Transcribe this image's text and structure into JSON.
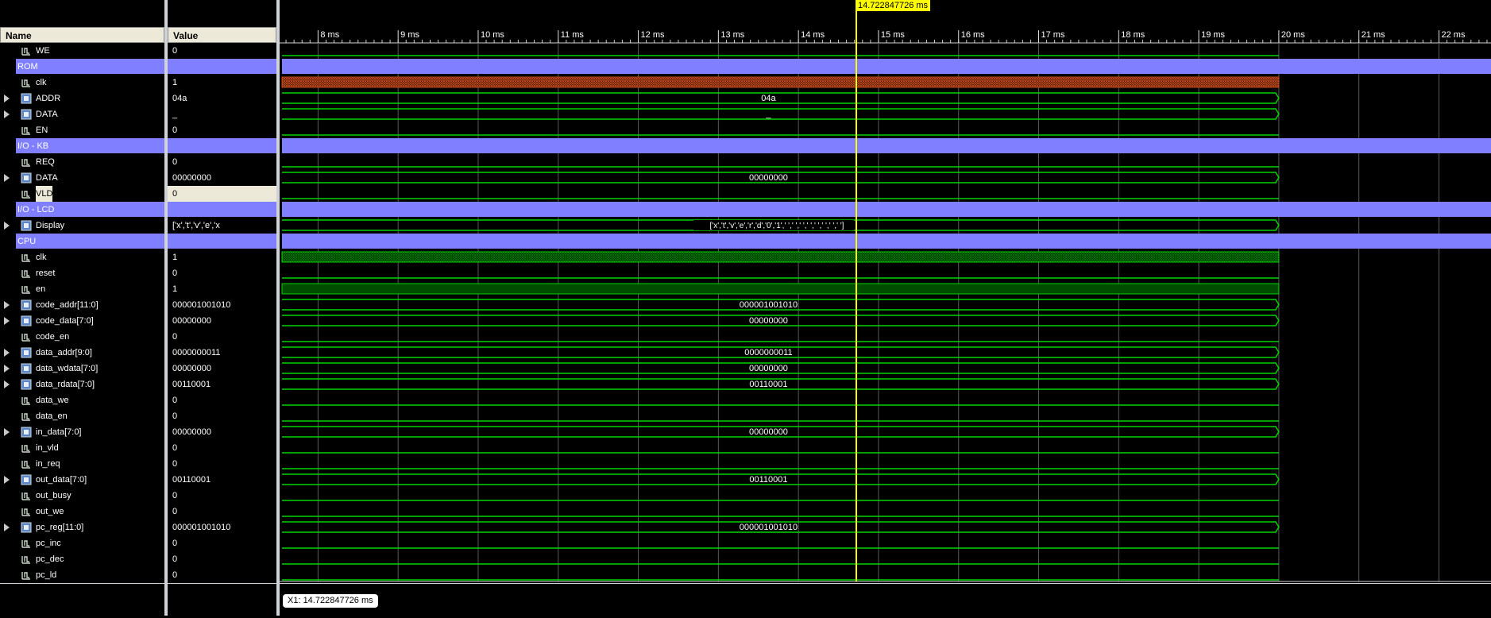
{
  "columns": {
    "name": "Name",
    "value": "Value"
  },
  "cursor": {
    "time": "14.722847726 ms",
    "readout": "X1: 14.722847726 ms"
  },
  "time_axis": {
    "ticks": [
      "8 ms",
      "9 ms",
      "10 ms",
      "11 ms",
      "12 ms",
      "13 ms",
      "14 ms",
      "15 ms",
      "16 ms",
      "17 ms",
      "18 ms",
      "19 ms",
      "20 ms",
      "21 ms",
      "22 ms"
    ],
    "start_ms": 7.52,
    "end_ms": 22.65,
    "cursor_ms": 14.7228,
    "sim_end_ms": 20.0
  },
  "colors": {
    "group": "#7f7fff",
    "wave": "#00d400",
    "cursor": "#ffff00",
    "clock_rom": "#c84a1a",
    "clock_cpu": "#007a00"
  },
  "signals": [
    {
      "name": "WE",
      "value": "0",
      "kind": "bit",
      "icon": "bit-signal-icon",
      "wave": 0
    },
    {
      "name": "ROM",
      "kind": "group"
    },
    {
      "name": "clk",
      "value": "1",
      "kind": "clock",
      "icon": "bit-signal-icon",
      "clock": "rom"
    },
    {
      "name": "ADDR",
      "value": "04a",
      "kind": "bus",
      "icon": "bus-signal-icon",
      "label": "04a"
    },
    {
      "name": "DATA",
      "value": "_",
      "kind": "bus",
      "icon": "bus-signal-icon",
      "label": "_"
    },
    {
      "name": "EN",
      "value": "0",
      "kind": "bit",
      "icon": "bit-signal-icon",
      "wave": 0
    },
    {
      "name": "I/O - KB",
      "kind": "group"
    },
    {
      "name": "REQ",
      "value": "0",
      "kind": "bit",
      "icon": "bit-signal-icon",
      "wave": 0
    },
    {
      "name": "DATA",
      "value": "00000000",
      "kind": "bus",
      "icon": "bus-signal-icon",
      "label": "00000000"
    },
    {
      "name": "VLD",
      "value": "0",
      "kind": "bit",
      "icon": "bit-signal-icon",
      "wave": 0,
      "selected": true
    },
    {
      "name": "I/O - LCD",
      "kind": "group"
    },
    {
      "name": "Display",
      "value": "['x','t','v','e','x",
      "kind": "bus",
      "icon": "bus-signal-icon",
      "label": "['x','t','v','e','r','d','0','1',' ',' ',' ',' ',' ',' ',' ',' ']"
    },
    {
      "name": "CPU",
      "kind": "group"
    },
    {
      "name": "clk",
      "value": "1",
      "kind": "clock",
      "icon": "bit-signal-icon",
      "clock": "cpu"
    },
    {
      "name": "reset",
      "value": "0",
      "kind": "bit",
      "icon": "bit-signal-icon",
      "wave": 0
    },
    {
      "name": "en",
      "value": "1",
      "kind": "fill",
      "icon": "bit-signal-icon"
    },
    {
      "name": "code_addr[11:0]",
      "value": "000001001010",
      "kind": "bus",
      "icon": "bus-signal-icon",
      "label": "000001001010"
    },
    {
      "name": "code_data[7:0]",
      "value": "00000000",
      "kind": "bus",
      "icon": "bus-signal-icon",
      "label": "00000000"
    },
    {
      "name": "code_en",
      "value": "0",
      "kind": "bit",
      "icon": "bit-signal-icon",
      "wave": 0
    },
    {
      "name": "data_addr[9:0]",
      "value": "0000000011",
      "kind": "bus",
      "icon": "bus-signal-icon",
      "label": "0000000011"
    },
    {
      "name": "data_wdata[7:0]",
      "value": "00000000",
      "kind": "bus",
      "icon": "bus-signal-icon",
      "label": "00000000"
    },
    {
      "name": "data_rdata[7:0]",
      "value": "00110001",
      "kind": "bus",
      "icon": "bus-signal-icon",
      "label": "00110001"
    },
    {
      "name": "data_we",
      "value": "0",
      "kind": "bit",
      "icon": "bit-signal-icon",
      "wave": 0
    },
    {
      "name": "data_en",
      "value": "0",
      "kind": "bit",
      "icon": "bit-signal-icon",
      "wave": 0
    },
    {
      "name": "in_data[7:0]",
      "value": "00000000",
      "kind": "bus",
      "icon": "bus-signal-icon",
      "label": "00000000"
    },
    {
      "name": "in_vld",
      "value": "0",
      "kind": "bit",
      "icon": "bit-signal-icon",
      "wave": 0
    },
    {
      "name": "in_req",
      "value": "0",
      "kind": "bit",
      "icon": "bit-signal-icon",
      "wave": 0
    },
    {
      "name": "out_data[7:0]",
      "value": "00110001",
      "kind": "bus",
      "icon": "bus-signal-icon",
      "label": "00110001"
    },
    {
      "name": "out_busy",
      "value": "0",
      "kind": "bit",
      "icon": "bit-signal-icon",
      "wave": 0
    },
    {
      "name": "out_we",
      "value": "0",
      "kind": "bit",
      "icon": "bit-signal-icon",
      "wave": 0
    },
    {
      "name": "pc_reg[11:0]",
      "value": "000001001010",
      "kind": "bus",
      "icon": "bus-signal-icon",
      "label": "000001001010"
    },
    {
      "name": "pc_inc",
      "value": "0",
      "kind": "bit",
      "icon": "bit-signal-icon",
      "wave": 0
    },
    {
      "name": "pc_dec",
      "value": "0",
      "kind": "bit",
      "icon": "bit-signal-icon",
      "wave": 0
    },
    {
      "name": "pc_ld",
      "value": "0",
      "kind": "bit",
      "icon": "bit-signal-icon",
      "wave": 0
    }
  ]
}
